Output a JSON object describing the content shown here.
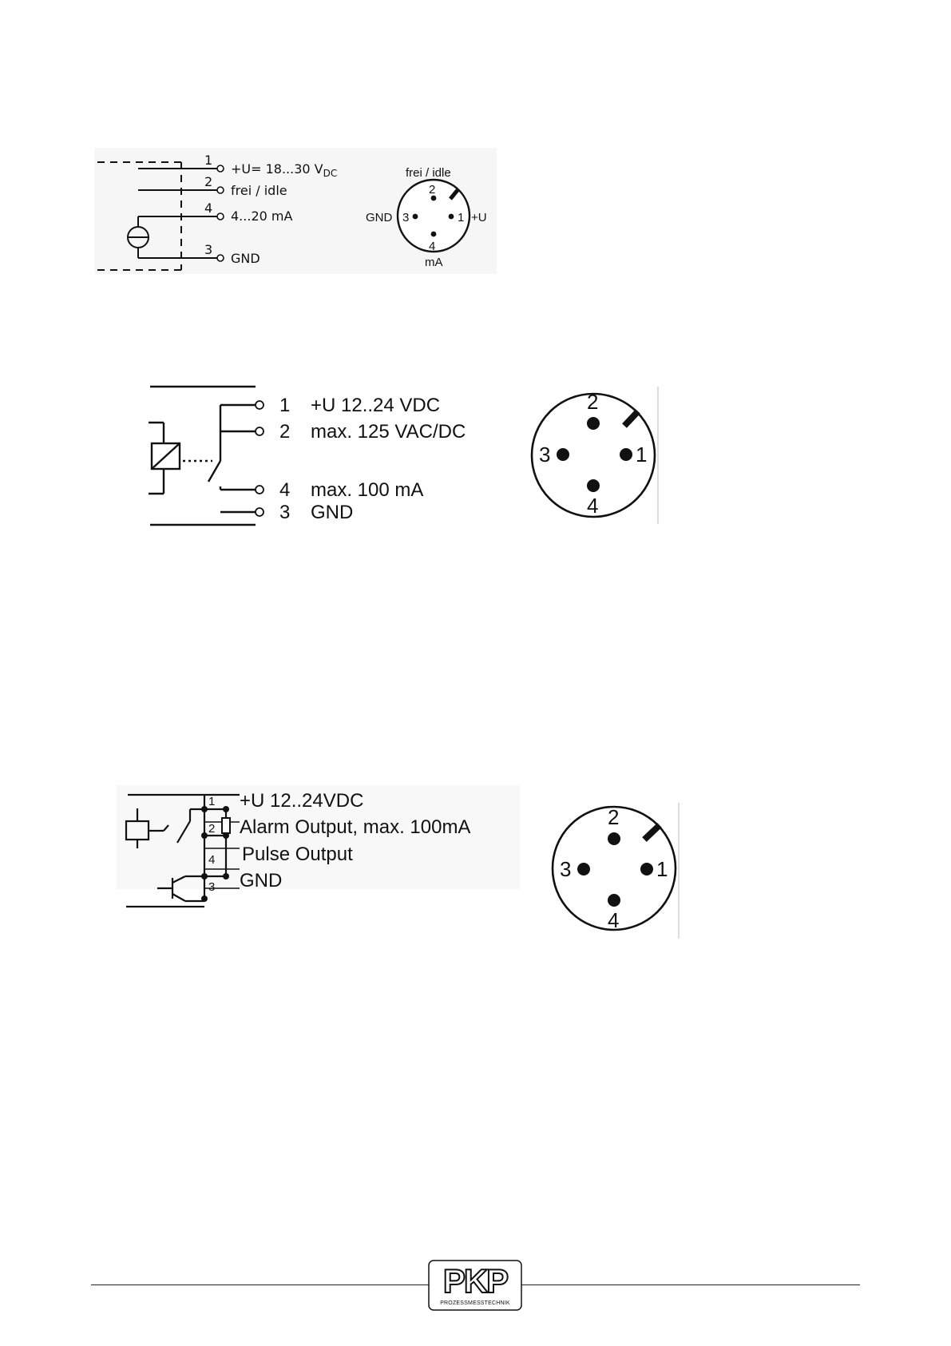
{
  "diagram1": {
    "terminals": [
      {
        "num": "1",
        "label": "+U= 18...30 V",
        "sub": "DC"
      },
      {
        "num": "2",
        "label": "frei / idle",
        "sub": ""
      },
      {
        "num": "4",
        "label": "4...20 mA",
        "sub": ""
      },
      {
        "num": "3",
        "label": "GND",
        "sub": ""
      }
    ],
    "connector": {
      "top_label": "frei / idle",
      "left_label": "GND",
      "right_label": "+U",
      "bottom_label": "mA",
      "pins": [
        "1",
        "2",
        "3",
        "4"
      ]
    }
  },
  "diagram2": {
    "terminals": [
      {
        "num": "1",
        "label": "+U 12..24 VDC"
      },
      {
        "num": "2",
        "label": "max. 125 VAC/DC"
      },
      {
        "num": "4",
        "label": "max. 100 mA"
      },
      {
        "num": "3",
        "label": "GND"
      }
    ],
    "connector": {
      "pins": [
        "1",
        "2",
        "3",
        "4"
      ]
    }
  },
  "diagram3": {
    "terminals": [
      {
        "num": "1",
        "label": "+U 12..24VDC"
      },
      {
        "num": "2",
        "label": "Alarm Output, max. 100mA"
      },
      {
        "num": "4",
        "label": "Pulse Output"
      },
      {
        "num": "3",
        "label": "GND"
      }
    ],
    "connector": {
      "pins": [
        "1",
        "2",
        "3",
        "4"
      ]
    }
  },
  "footer": {
    "logo_text": "PKP",
    "logo_caption": "PROZESSMESSTECHNIK"
  }
}
